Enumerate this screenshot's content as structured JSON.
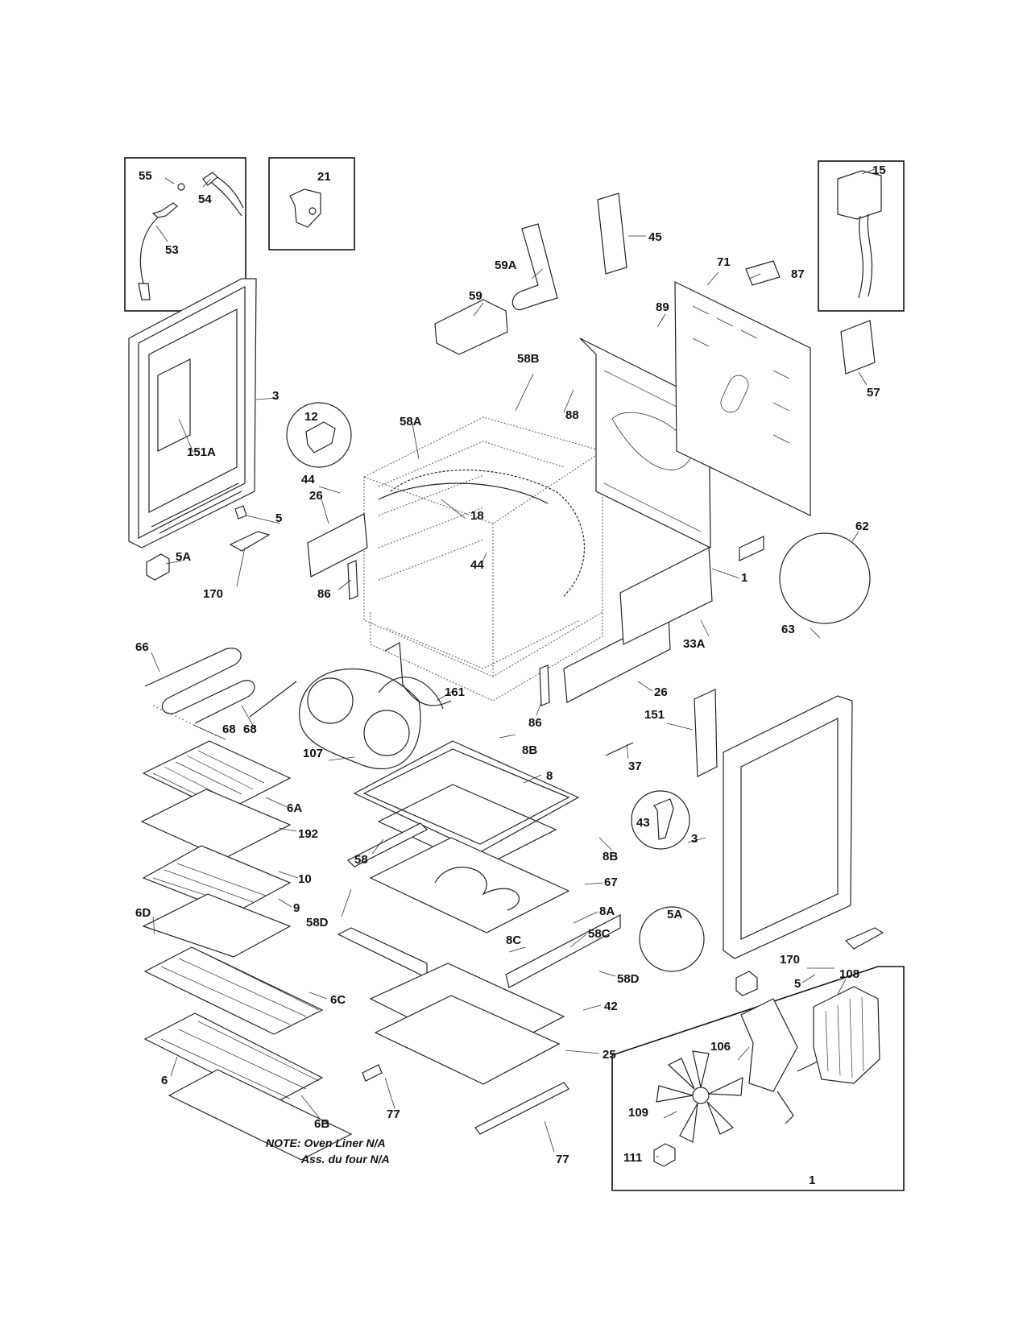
{
  "labels": {
    "l55": "55",
    "l21": "21",
    "l54": "54",
    "l53": "53",
    "l15": "15",
    "l45": "45",
    "l59A": "59A",
    "l71": "71",
    "l87": "87",
    "l59": "59",
    "l89": "89",
    "l58B": "58B",
    "l57": "57",
    "l3a": "3",
    "l12": "12",
    "l88": "88",
    "l58A": "58A",
    "l151A": "151A",
    "l44a": "44",
    "l26a": "26",
    "l18": "18",
    "l5a": "5",
    "l62": "62",
    "l5A_a": "5A",
    "l44b": "44",
    "l1a": "1",
    "l86a": "86",
    "l170a": "170",
    "l63": "63",
    "l66": "66",
    "l33A": "33A",
    "l26b": "26",
    "l161": "161",
    "l151": "151",
    "l68a": "68",
    "l68b": "68",
    "l86b": "86",
    "l107": "107",
    "l8B_a": "8B",
    "l37": "37",
    "l8": "8",
    "l6A": "6A",
    "l43": "43",
    "l192": "192",
    "l3b": "3",
    "l58": "58",
    "l8B_b": "8B",
    "l10": "10",
    "l67": "67",
    "l9": "9",
    "l6D": "6D",
    "l8A": "8A",
    "l5A_b": "5A",
    "l58D_a": "58D",
    "l8C": "8C",
    "l58C": "58C",
    "l5b": "5",
    "l170b": "170",
    "l108": "108",
    "l58D_b": "58D",
    "l6C": "6C",
    "l42": "42",
    "l106": "106",
    "l25": "25",
    "l6": "6",
    "l109": "109",
    "l77a": "77",
    "l6B": "6B",
    "l77b": "77",
    "l111": "111",
    "l1b": "1"
  },
  "note": {
    "line1": "NOTE: Oven Liner N/A",
    "line2": "Ass. du four N/A"
  }
}
